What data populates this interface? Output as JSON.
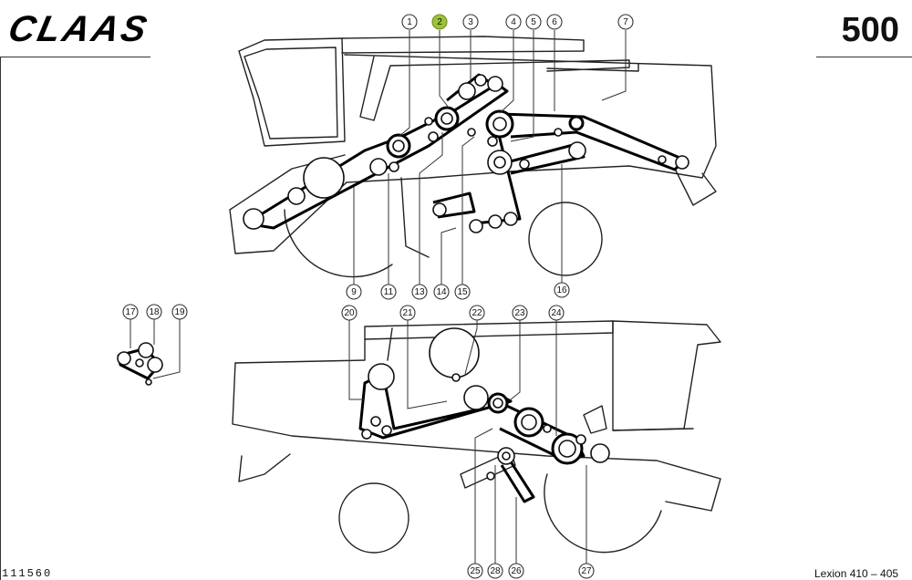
{
  "header": {
    "brand": "CLAAS",
    "page_number": "500"
  },
  "footer": {
    "document_number": "111560",
    "model": "Lexion 410 – 405"
  },
  "highlight_color": "#9cc23a",
  "callouts": [
    {
      "label": "1"
    },
    {
      "label": "2",
      "highlighted": true
    },
    {
      "label": "3"
    },
    {
      "label": "4"
    },
    {
      "label": "5"
    },
    {
      "label": "6"
    },
    {
      "label": "7"
    },
    {
      "label": "9"
    },
    {
      "label": "11"
    },
    {
      "label": "13"
    },
    {
      "label": "14"
    },
    {
      "label": "15"
    },
    {
      "label": "16"
    },
    {
      "label": "17"
    },
    {
      "label": "18"
    },
    {
      "label": "19"
    },
    {
      "label": "20"
    },
    {
      "label": "21"
    },
    {
      "label": "22"
    },
    {
      "label": "23"
    },
    {
      "label": "24"
    },
    {
      "label": "25"
    },
    {
      "label": "26"
    },
    {
      "label": "27"
    },
    {
      "label": "28"
    }
  ]
}
